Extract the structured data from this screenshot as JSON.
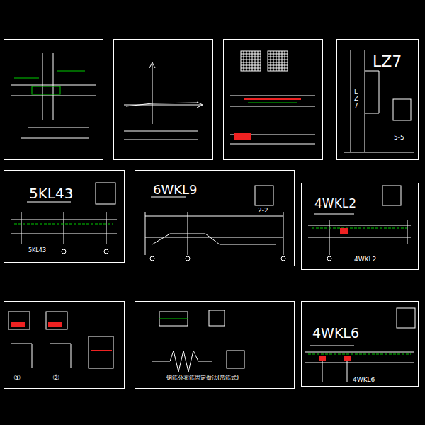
{
  "diagram": {
    "nodes": [
      {
        "text": [
          "LZ7"
        ]
      },
      {
        "text": [
          "5KL43"
        ]
      },
      {
        "text": [
          "6WKL9"
        ]
      },
      {
        "text": [
          "4WKL2"
        ]
      },
      {
        "text": [
          "4WKL6"
        ]
      }
    ],
    "labels": [
      "LZ7",
      "5-5",
      "5KL43",
      "2-2",
      "4WKL2",
      "①",
      "②",
      "钢筋分布筋固定做法(吊筋式)",
      "4WKL6"
    ]
  }
}
